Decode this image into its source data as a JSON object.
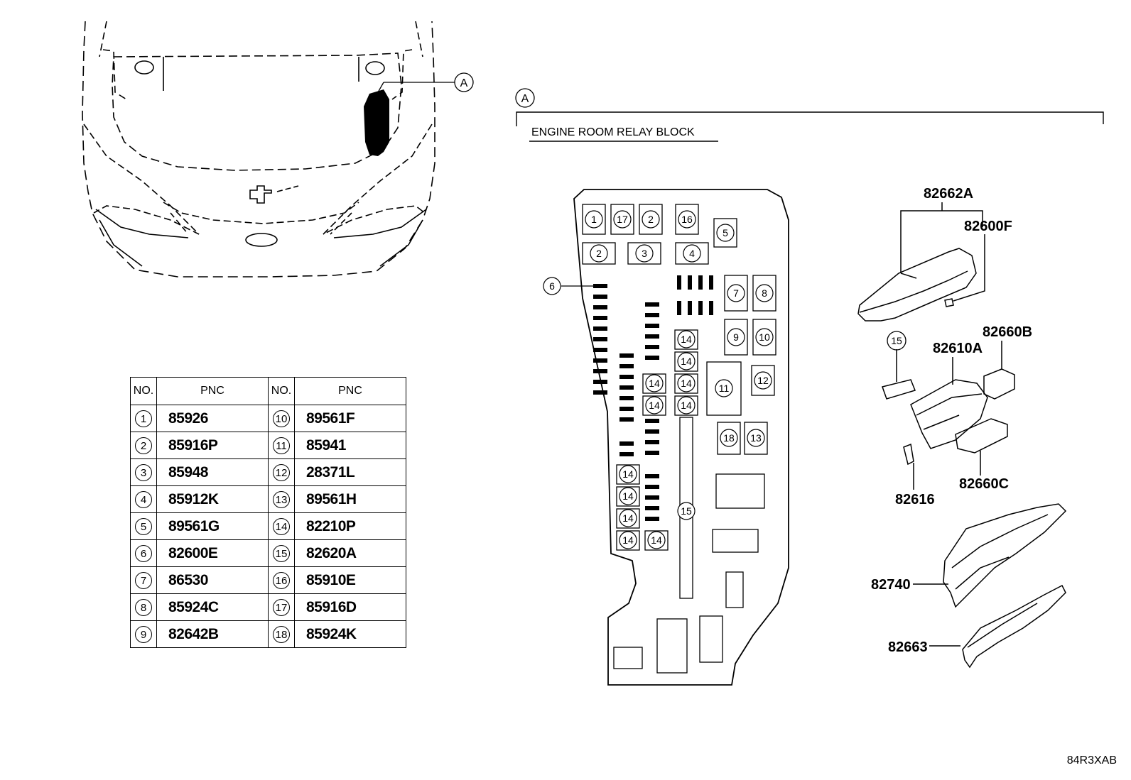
{
  "callout_a": "A",
  "section_label": "A",
  "block_title": "ENGINE ROOM RELAY BLOCK",
  "doc_id": "84R3XAB",
  "table": {
    "headers": [
      "NO.",
      "PNC",
      "NO.",
      "PNC"
    ],
    "rows": [
      {
        "no1": "1",
        "pnc1": "85926",
        "no2": "10",
        "pnc2": "89561F"
      },
      {
        "no1": "2",
        "pnc1": "85916P",
        "no2": "11",
        "pnc2": "85941"
      },
      {
        "no1": "3",
        "pnc1": "85948",
        "no2": "12",
        "pnc2": "28371L"
      },
      {
        "no1": "4",
        "pnc1": "85912K",
        "no2": "13",
        "pnc2": "89561H"
      },
      {
        "no1": "5",
        "pnc1": "89561G",
        "no2": "14",
        "pnc2": "82210P"
      },
      {
        "no1": "6",
        "pnc1": "82600E",
        "no2": "15",
        "pnc2": "82620A"
      },
      {
        "no1": "7",
        "pnc1": "86530",
        "no2": "16",
        "pnc2": "85910E"
      },
      {
        "no1": "8",
        "pnc1": "85924C",
        "no2": "17",
        "pnc2": "85916D"
      },
      {
        "no1": "9",
        "pnc1": "82642B",
        "no2": "18",
        "pnc2": "85924K"
      }
    ]
  },
  "relay_block": {
    "slots": [
      {
        "label": "1"
      },
      {
        "label": "17"
      },
      {
        "label": "2"
      },
      {
        "label": "16"
      },
      {
        "label": "5"
      },
      {
        "label": "2"
      },
      {
        "label": "3"
      },
      {
        "label": "4"
      },
      {
        "label": "7"
      },
      {
        "label": "8"
      },
      {
        "label": "9"
      },
      {
        "label": "10"
      },
      {
        "label": "11"
      },
      {
        "label": "12"
      },
      {
        "label": "18"
      },
      {
        "label": "13"
      },
      {
        "label": "14"
      },
      {
        "label": "14"
      },
      {
        "label": "14"
      },
      {
        "label": "14"
      },
      {
        "label": "14"
      },
      {
        "label": "14"
      },
      {
        "label": "14"
      },
      {
        "label": "14"
      },
      {
        "label": "14"
      },
      {
        "label": "14"
      },
      {
        "label": "14"
      },
      {
        "label": "15"
      },
      {
        "label": "6"
      }
    ]
  },
  "parts": {
    "p82662A": "82662A",
    "p82600F": "82600F",
    "p15": "15",
    "p82610A": "82610A",
    "p82660B": "82660B",
    "p82616": "82616",
    "p82660C": "82660C",
    "p82740": "82740",
    "p82663": "82663"
  }
}
